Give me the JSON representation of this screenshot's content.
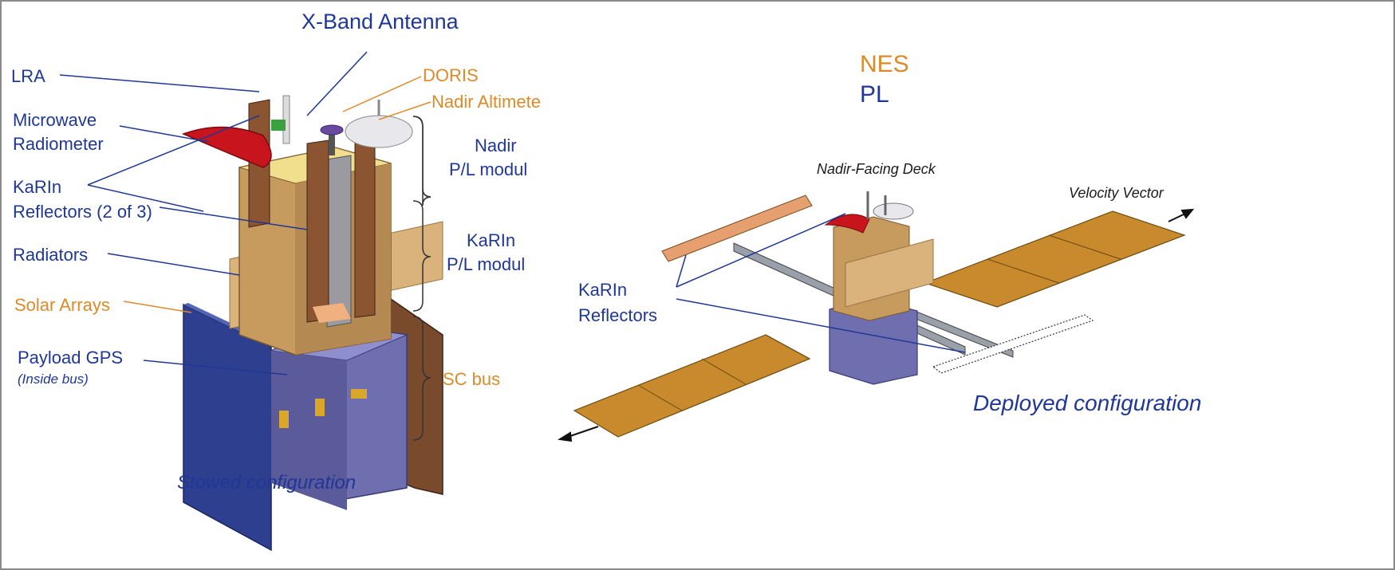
{
  "colors": {
    "label_blue": "#1f3796",
    "label_orange": "#de8a2a",
    "panel_tan": "#c79a5e",
    "solar_orange": "#c98a2e",
    "bus_purple": "#6f6fb0",
    "solar_blue": "#2f3f8f",
    "reflector_red": "#c8141c"
  },
  "stowed": {
    "title": "X-Band Antenna",
    "labels": {
      "lra": "LRA",
      "microwave_line1": "Microwave",
      "microwave_line2": "Radiometer",
      "karin_line1": "KaRIn",
      "karin_line2": "Reflectors (2 of 3)",
      "radiators": "Radiators",
      "solar_arrays": "Solar Arrays",
      "payload_gps": "Payload GPS",
      "inside_bus": "(Inside bus)",
      "doris": "DORIS",
      "nadir_altimeter": "Nadir Altimete"
    },
    "modules": {
      "nadir_line1": "Nadir",
      "nadir_line2": "P/L modul",
      "karin_line1": "KaRIn",
      "karin_line2": "P/L modul",
      "sc_bus": "SC bus"
    },
    "caption": "Stowed configuration"
  },
  "deployed": {
    "cnes_fragment": "NES",
    "pl_fragment": "PL",
    "nadir_deck": "Nadir-Facing Deck",
    "velocity": "Velocity Vector",
    "karin_line1": "KaRIn",
    "karin_line2": "Reflectors",
    "caption": "Deployed configuration"
  }
}
